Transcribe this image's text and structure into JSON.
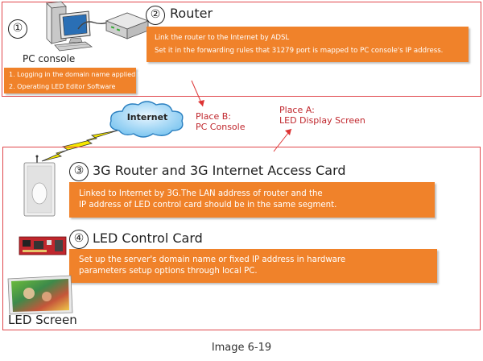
{
  "pc_console": {
    "number": "①",
    "label": "PC console",
    "notes": [
      "1. Logging in the domain name applied for",
      "2. Operating LED Editor Software"
    ]
  },
  "router": {
    "number": "②",
    "title": "Router",
    "lines": [
      "Link the router to the Internet by ADSL",
      "Set it in the forwarding rules that 31279 port is mapped to PC console's IP address."
    ]
  },
  "internet": {
    "label": "Internet"
  },
  "place_b": {
    "line1": "Place B:",
    "line2": "PC Console"
  },
  "place_a": {
    "line1": "Place A:",
    "line2": "LED Display Screen"
  },
  "router3g": {
    "number": "③",
    "title": "3G Router and 3G Internet Access Card",
    "lines": [
      "Linked to Internet by 3G.The LAN address of router and the",
      "IP address of LED control card should be in the same segment."
    ]
  },
  "control_card": {
    "number": "④",
    "title": "LED Control Card",
    "lines": [
      "Set up the server's domain name or fixed IP address in hardware",
      "parameters setup options through local PC."
    ]
  },
  "led_screen": {
    "label": "LED Screen"
  },
  "caption": "Image 6-19",
  "colors": {
    "frame": "#e0474c",
    "box": "#f0822a",
    "accent_text": "#c0272d",
    "bolt": "#f5e800"
  }
}
